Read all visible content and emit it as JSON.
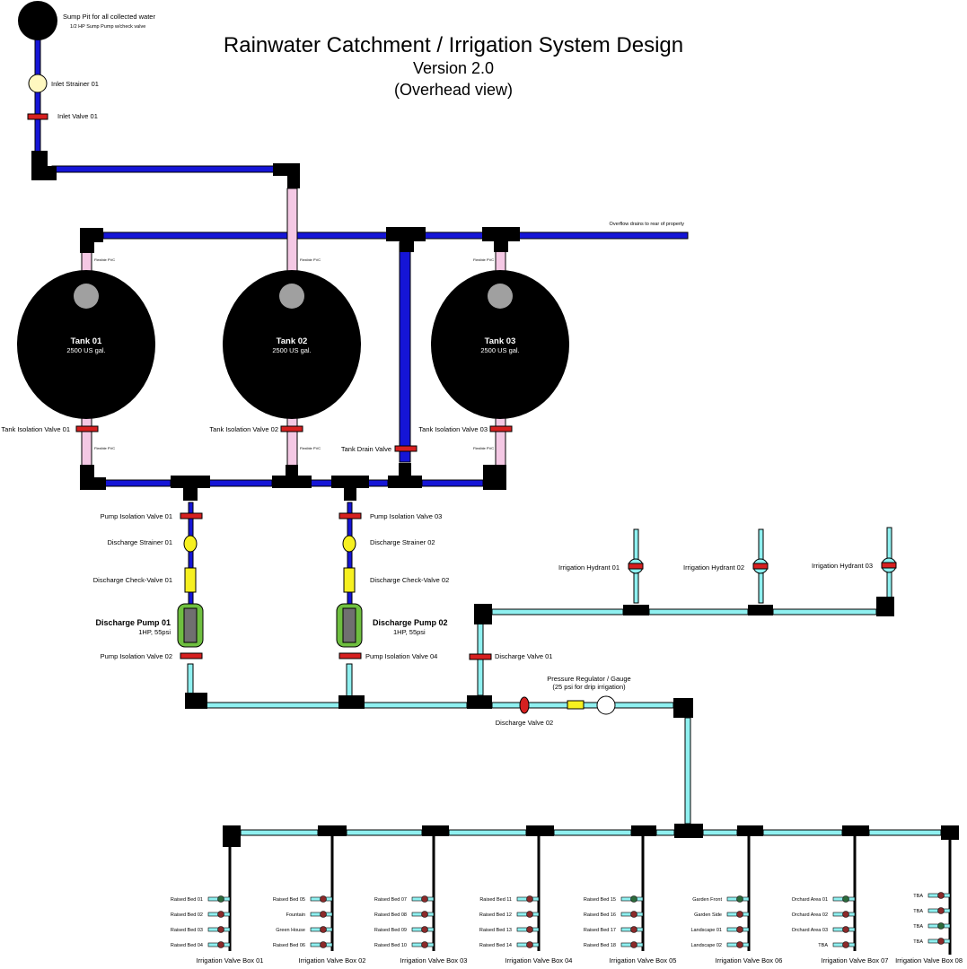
{
  "title": {
    "main": "Rainwater Catchment / Irrigation System Design",
    "version": "Version 2.0",
    "view": "(Overhead view)"
  },
  "colors": {
    "inlet_pipe": "#1515d6",
    "flex_pipe": "#f4c8e4",
    "irrigation_pipe": "#8ff0f0",
    "fitting": "#000000",
    "valve": "#d62020",
    "strainer_inlet": "#fff8c0",
    "strainer_discharge": "#f6f020",
    "pump_body": "#6fbf40",
    "pump_motor": "#707070",
    "branch_line": "#000000",
    "bed_valve_red": "#8b2a2a",
    "bed_valve_green": "#2d6a3a"
  },
  "sump": {
    "label": "Sump Pit for all collected water",
    "sublabel": "1/2 HP Sump Pump w/check valve"
  },
  "inlet": {
    "strainer": "Inlet Strainer 01",
    "valve": "Inlet Valve 01"
  },
  "overflow": "Overflow drains to rear of property",
  "flex_label": "Flexible PVC",
  "tanks": [
    {
      "name": "Tank 01",
      "capacity": "2500 US gal.",
      "isolation_valve": "Tank Isolation Valve 01"
    },
    {
      "name": "Tank 02",
      "capacity": "2500 US gal.",
      "isolation_valve": "Tank Isolation Valve 02"
    },
    {
      "name": "Tank 03",
      "capacity": "2500 US gal.",
      "isolation_valve": "Tank Isolation Valve 03"
    }
  ],
  "drain_valve": "Tank Drain Valve",
  "pumps": [
    {
      "isolation_in": "Pump Isolation Valve 01",
      "strainer": "Discharge Strainer 01",
      "check_valve": "Discharge Check-Valve 01",
      "name": "Discharge Pump 01",
      "spec": "1HP, 55psi",
      "isolation_out": "Pump Isolation Valve 02"
    },
    {
      "isolation_in": "Pump Isolation Valve 03",
      "strainer": "Discharge Strainer 02",
      "check_valve": "Discharge Check-Valve 02",
      "name": "Discharge Pump 02",
      "spec": "1HP, 55psi",
      "isolation_out": "Pump Isolation Valve 04"
    }
  ],
  "discharge_valve_01": "Discharge Valve 01",
  "discharge_valve_02": "Discharge Valve 02",
  "regulator": {
    "label": "Pressure Regulator / Gauge",
    "sublabel": "(25 psi for drip irrigation)"
  },
  "hydrants": [
    "Irrigation Hydrant 01",
    "Irrigation Hydrant 02",
    "Irrigation Hydrant 03"
  ],
  "valve_boxes": [
    {
      "name": "Irrigation Valve Box 01",
      "zones": [
        {
          "label": "Raised Bed 01",
          "state": "green"
        },
        {
          "label": "Raised Bed 02",
          "state": "red"
        },
        {
          "label": "Raised Bed 03",
          "state": "red"
        },
        {
          "label": "Raised Bed 04",
          "state": "red"
        }
      ]
    },
    {
      "name": "Irrigation Valve Box 02",
      "zones": [
        {
          "label": "Raised Bed 05",
          "state": "red"
        },
        {
          "label": "Fountain",
          "state": "red"
        },
        {
          "label": "Green House",
          "state": "red"
        },
        {
          "label": "Raised Bed 06",
          "state": "red"
        }
      ]
    },
    {
      "name": "Irrigation Valve Box 03",
      "zones": [
        {
          "label": "Raised Bed 07",
          "state": "red"
        },
        {
          "label": "Raised Bed 08",
          "state": "red"
        },
        {
          "label": "Raised Bed 09",
          "state": "red"
        },
        {
          "label": "Raised Bed 10",
          "state": "red"
        }
      ]
    },
    {
      "name": "Irrigation Valve Box 04",
      "zones": [
        {
          "label": "Raised Bed 11",
          "state": "red"
        },
        {
          "label": "Raised Bed 12",
          "state": "red"
        },
        {
          "label": "Raised Bed 13",
          "state": "red"
        },
        {
          "label": "Raised Bed 14",
          "state": "red"
        }
      ]
    },
    {
      "name": "Irrigation Valve Box 05",
      "zones": [
        {
          "label": "Raised Bed 15",
          "state": "green"
        },
        {
          "label": "Raised Bed 16",
          "state": "red"
        },
        {
          "label": "Raised Bed 17",
          "state": "red"
        },
        {
          "label": "Raised Bed 18",
          "state": "red"
        }
      ]
    },
    {
      "name": "Irrigation Valve Box 06",
      "zones": [
        {
          "label": "Garden Front",
          "state": "green"
        },
        {
          "label": "Garden Side",
          "state": "red"
        },
        {
          "label": "Landscape 01",
          "state": "red"
        },
        {
          "label": "Landscape 02",
          "state": "red"
        }
      ]
    },
    {
      "name": "Irrigation Valve Box 07",
      "zones": [
        {
          "label": "Orchard Area 01",
          "state": "green"
        },
        {
          "label": "Orchard Area 02",
          "state": "red"
        },
        {
          "label": "Orchard Area 03",
          "state": "red"
        },
        {
          "label": "TBA",
          "state": "red"
        }
      ]
    },
    {
      "name": "Irrigation Valve Box 08",
      "zones": [
        {
          "label": "TBA",
          "state": "red"
        },
        {
          "label": "TBA",
          "state": "red"
        },
        {
          "label": "TBA",
          "state": "green"
        },
        {
          "label": "TBA",
          "state": "red"
        }
      ]
    }
  ]
}
